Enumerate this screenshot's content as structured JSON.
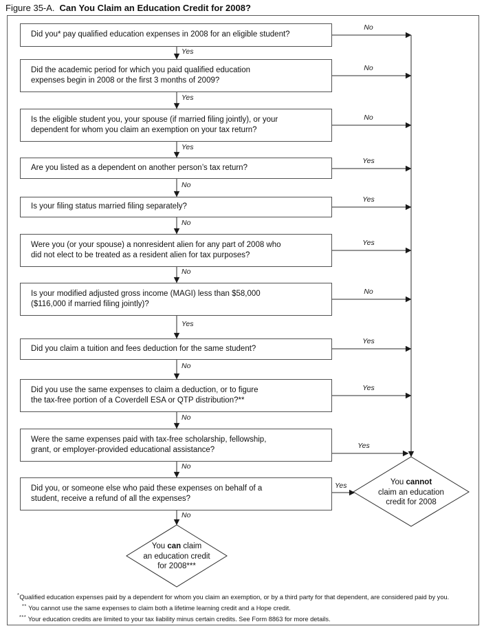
{
  "title": {
    "prefix": "Figure 35-A.",
    "main": "Can You Claim an Education Credit for 2008?"
  },
  "colors": {
    "ink": "#1a1a1a",
    "background": "#ffffff"
  },
  "boxes": [
    "Did you* pay qualified education expenses in 2008 for an eligible student?",
    "Did the academic period for which you paid qualified education\nexpenses begin in 2008 or the first 3 months of 2009?",
    "Is the eligible student you, your spouse (if married filing jointly), or your\ndependent for whom you claim an exemption on your tax return?",
    "Are you listed as a dependent on another person’s tax return?",
    "Is your filing status married filing separately?",
    "Were you (or your spouse) a nonresident alien for any part of 2008 who\ndid not elect to be treated as a resident alien for tax purposes?",
    "Is your modified adjusted gross income (MAGI) less than $58,000\n($116,000 if married filing jointly)?",
    "Did you claim a tuition and fees deduction for the same student?",
    "Did you use the same expenses to claim a deduction, or to figure\nthe tax-free portion of a Coverdell ESA or QTP distribution?**",
    "Were the same expenses paid with tax-free scholarship, fellowship,\ngrant, or employer-provided educational assistance?",
    "Did you, or someone else who paid these expenses on behalf of a\nstudent, receive a refund of all the expenses?"
  ],
  "connectors": {
    "down": [
      "Yes",
      "Yes",
      "Yes",
      "No",
      "No",
      "No",
      "Yes",
      "No",
      "No",
      "No",
      "No"
    ],
    "side": [
      "No",
      "No",
      "No",
      "Yes",
      "Yes",
      "Yes",
      "No",
      "Yes",
      "Yes",
      "Yes",
      "Yes"
    ]
  },
  "outcomes": {
    "can": {
      "pre": "You ",
      "bold": "can",
      "post": " claim",
      "line2": "an education credit",
      "line3": "for 2008***"
    },
    "cannot": {
      "pre": "You ",
      "bold": "cannot",
      "post": "",
      "line2": "claim an education",
      "line3": "credit for 2008"
    }
  },
  "footnotes": [
    {
      "marker": "*",
      "text": "Qualified education expenses paid by a dependent for whom you claim an exemption, or by a third party for that dependent, are considered paid by you."
    },
    {
      "marker": "**",
      "text": "You cannot use the same expenses to claim both a lifetime learning credit and a Hope credit."
    },
    {
      "marker": "***",
      "text": "Your education credits are limited to your tax liability minus certain credits. See Form 8863 for more details."
    }
  ]
}
